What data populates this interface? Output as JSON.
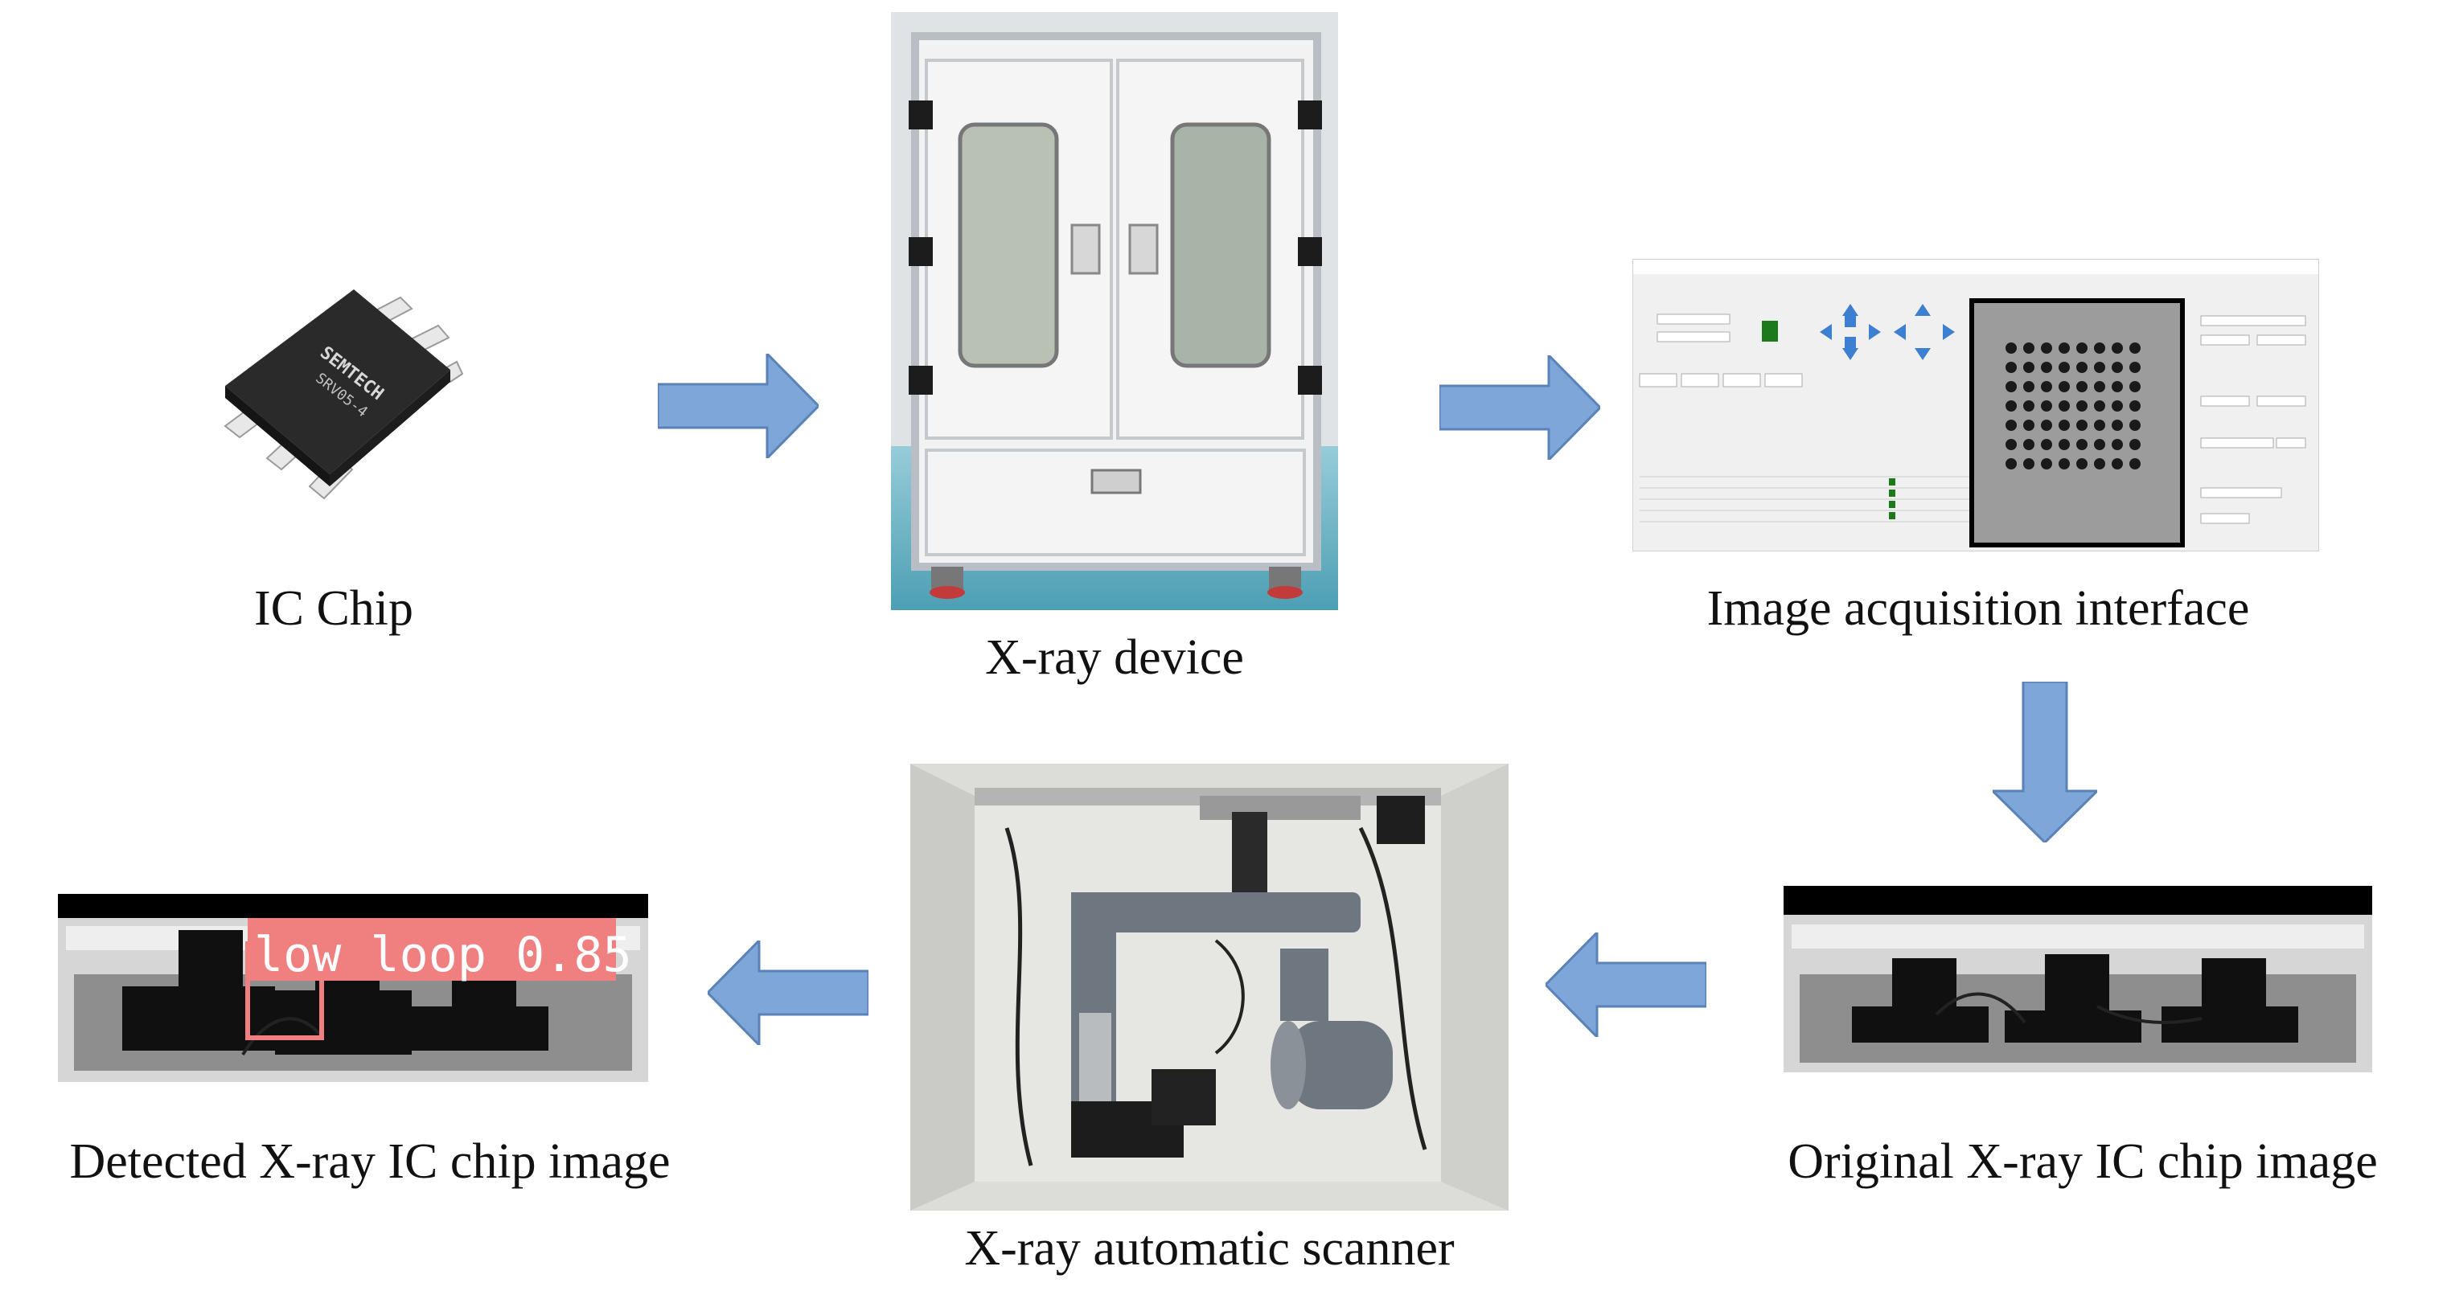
{
  "captions": {
    "ic_chip": "IC Chip",
    "xray_device": "X-ray device",
    "acq_interface": "Image acquisition interface",
    "original_image": "Original X-ray IC chip image",
    "scanner": "X-ray automatic scanner",
    "detected_image": "Detected X-ray IC chip image"
  },
  "chip": {
    "brand": "SEMTECH",
    "model": "SRV05-4"
  },
  "detection": {
    "label": "low loop 0.85",
    "color": "#f08080"
  },
  "arrow_color": "#7fa6d8"
}
